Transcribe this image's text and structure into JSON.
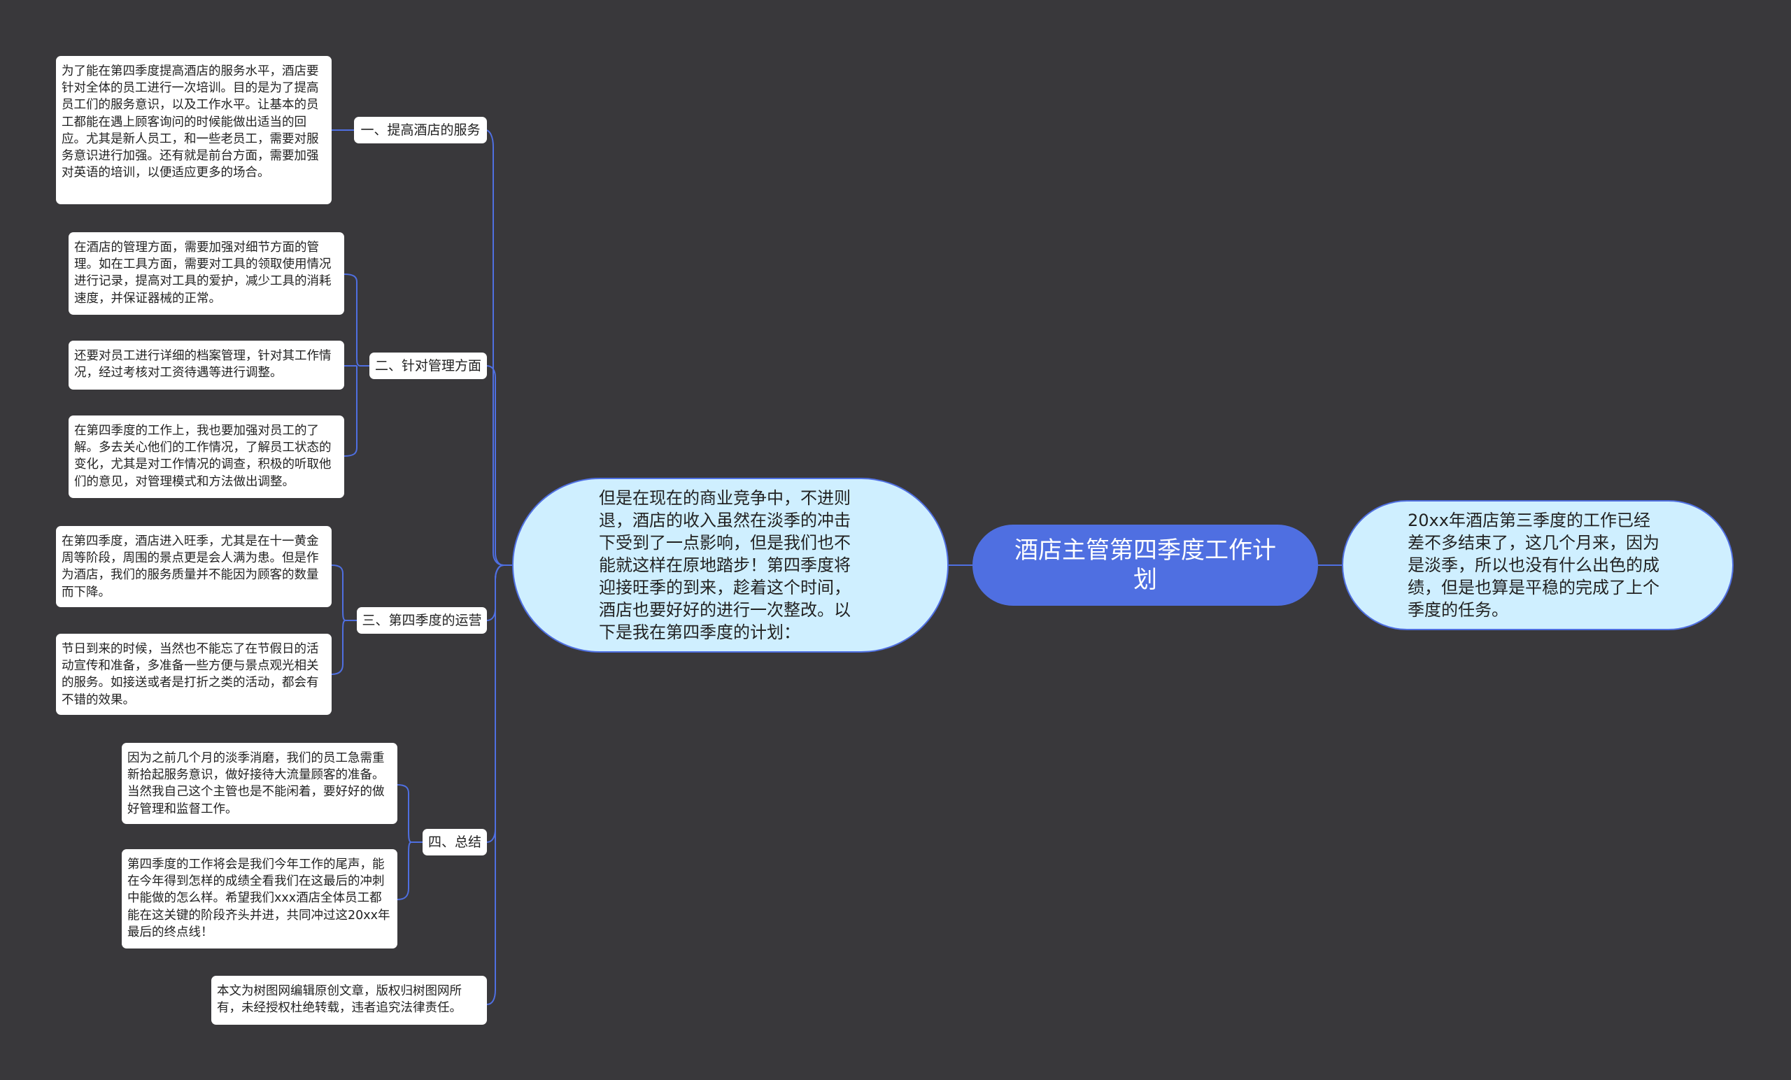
{
  "root": {
    "label": "酒店主管第四季度工作计划"
  },
  "intro_left": {
    "text": "但是在现在的商业竞争中，不进则退，酒店的收入虽然在淡季的冲击下受到了一点影响，但是我们也不能就这样在原地踏步！第四季度将迎接旺季的到来，趁着这个时间，酒店也要好好的进行一次整改。以下是我在第四季度的计划："
  },
  "intro_right": {
    "text": "20xx年酒店第三季度的工作已经差不多结束了，这几个月来，因为是淡季，所以也没有什么出色的成绩，但是也算是平稳的完成了上个季度的任务。"
  },
  "branches": [
    {
      "label": "一、提高酒店的服务",
      "items": [
        "为了能在第四季度提高酒店的服务水平，酒店要针对全体的员工进行一次培训。目的是为了提高员工们的服务意识，以及工作水平。让基本的员工都能在遇上顾客询问的时候能做出适当的回应。尤其是新人员工，和一些老员工，需要对服务意识进行加强。还有就是前台方面，需要加强对英语的培训，以便适应更多的场合。"
      ]
    },
    {
      "label": "二、针对管理方面",
      "items": [
        "在酒店的管理方面，需要加强对细节方面的管理。如在工具方面，需要对工具的领取使用情况进行记录，提高对工具的爱护，减少工具的消耗速度，并保证器械的正常。",
        "还要对员工进行详细的档案管理，针对其工作情况，经过考核对工资待遇等进行调整。",
        "在第四季度的工作上，我也要加强对员工的了解。多去关心他们的工作情况，了解员工状态的变化，尤其是对工作情况的调查，积极的听取他们的意见，对管理模式和方法做出调整。"
      ]
    },
    {
      "label": "三、第四季度的运营",
      "items": [
        "在第四季度，酒店进入旺季，尤其是在十一黄金周等阶段，周围的景点更是会人满为患。但是作为酒店，我们的服务质量并不能因为顾客的数量而下降。",
        "节日到来的时候，当然也不能忘了在节假日的活动宣传和准备，多准备一些方便与景点观光相关的服务。如接送或者是打折之类的活动，都会有不错的效果。"
      ]
    },
    {
      "label": "四、总结",
      "items": [
        "因为之前几个月的淡季消磨，我们的员工急需重新拾起服务意识，做好接待大流量顾客的准备。当然我自己这个主管也是不能闲着，要好好的做好管理和监督工作。",
        "第四季度的工作将会是我们今年工作的尾声，能在今年得到怎样的成绩全看我们在这最后的冲刺中能做的怎么样。希望我们xxx酒店全体员工都能在这关键的阶段齐头并进，共同冲过这20xx年最后的终点线！"
      ]
    }
  ],
  "copyright": {
    "text": "本文为树图网编辑原创文章，版权归树图网所有，未经授权杜绝转载，违者追究法律责任。"
  },
  "colors": {
    "background": "#39383b",
    "root_fill": "#4f6fe1",
    "oval_fill": "#cfefff",
    "line": "#4f6fe1",
    "leaf_fill": "#ffffff"
  }
}
